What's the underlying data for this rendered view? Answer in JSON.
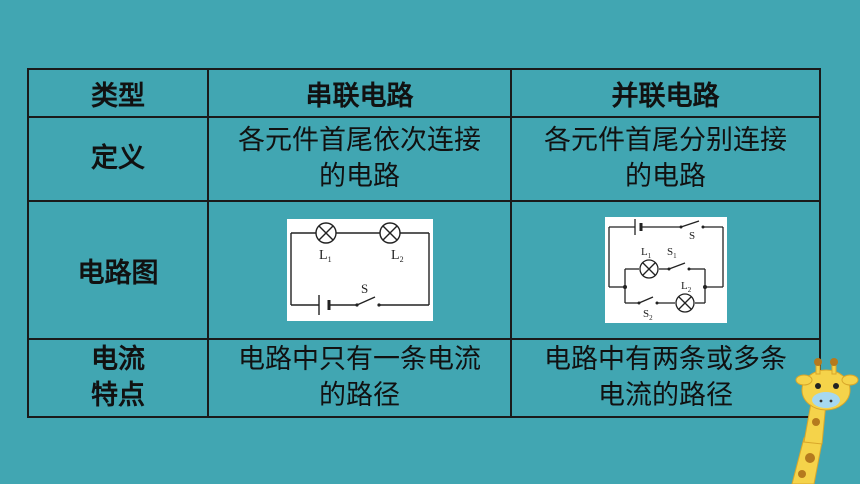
{
  "table": {
    "header": {
      "type": "类型",
      "series": "串联电路",
      "parallel": "并联电路"
    },
    "definition": {
      "label": "定义",
      "series": [
        "各元件首尾依次连接",
        "的电路"
      ],
      "parallel": [
        "各元件首尾分别连接",
        "的电路"
      ]
    },
    "diagram": {
      "label": "电路图",
      "series_labels": {
        "l1": "L",
        "l1_sub": "1",
        "l2": "L",
        "l2_sub": "2",
        "s": "S"
      },
      "parallel_labels": {
        "s": "S",
        "l1": "L",
        "l1_sub": "1",
        "s1": "S",
        "s1_sub": "1",
        "l2": "L",
        "l2_sub": "2",
        "s2": "S",
        "s2_sub": "2"
      }
    },
    "current": {
      "label": [
        "电流",
        "特点"
      ],
      "series": [
        "电路中只有一条电流",
        "的路径"
      ],
      "parallel": [
        "电路中有两条或多条",
        "电流的路径"
      ]
    }
  }
}
